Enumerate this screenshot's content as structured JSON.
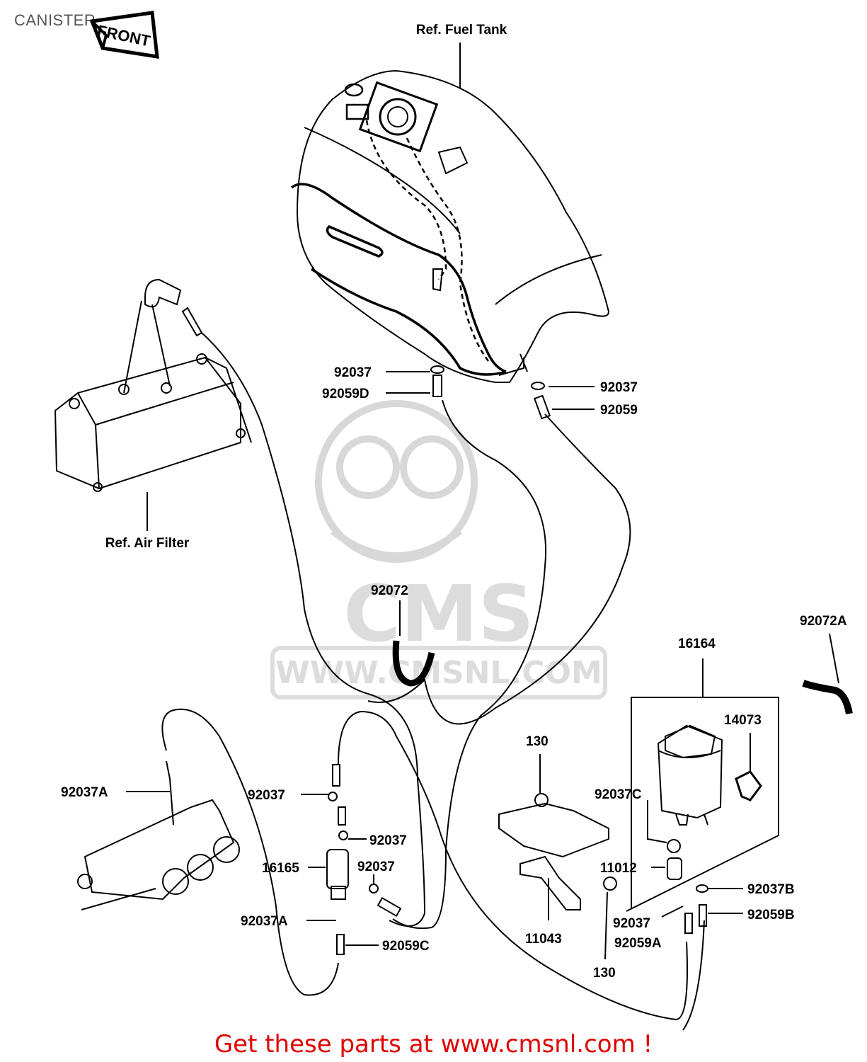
{
  "title": "CANISTER",
  "front_badge": "FRONT",
  "references": {
    "fuel_tank": "Ref. Fuel Tank",
    "air_filter": "Ref. Air Filter"
  },
  "watermark": {
    "logo": "CMS",
    "url": "WWW.CMSNL.COM"
  },
  "part_labels": [
    "92037",
    "92059D",
    "92037",
    "92059",
    "92072",
    "92072A",
    "16164",
    "14073",
    "130",
    "92037C",
    "11012",
    "92037B",
    "92059B",
    "92037",
    "92059A",
    "130",
    "11043",
    "92037A",
    "92037",
    "92037",
    "16165",
    "92037",
    "92037A",
    "92059C"
  ],
  "footer": "Get these parts at www.cmsnl.com !"
}
